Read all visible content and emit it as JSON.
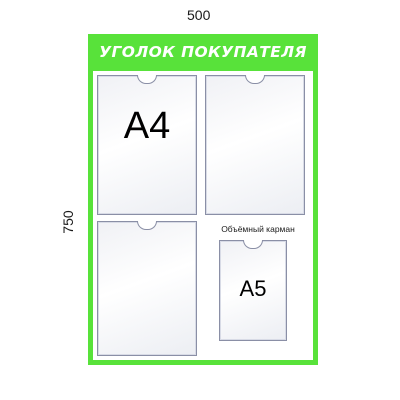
{
  "dimensions": {
    "width_label": "500",
    "height_label": "750"
  },
  "stand": {
    "title": "УГОЛОК ПОКУПАТЕЛЯ",
    "frame_color": "#58e23a",
    "title_color": "#ffffff"
  },
  "pockets": [
    {
      "label": "A4"
    },
    {
      "label": ""
    },
    {
      "label": ""
    },
    {
      "label": "A5",
      "caption": "Объёмный карман"
    }
  ]
}
